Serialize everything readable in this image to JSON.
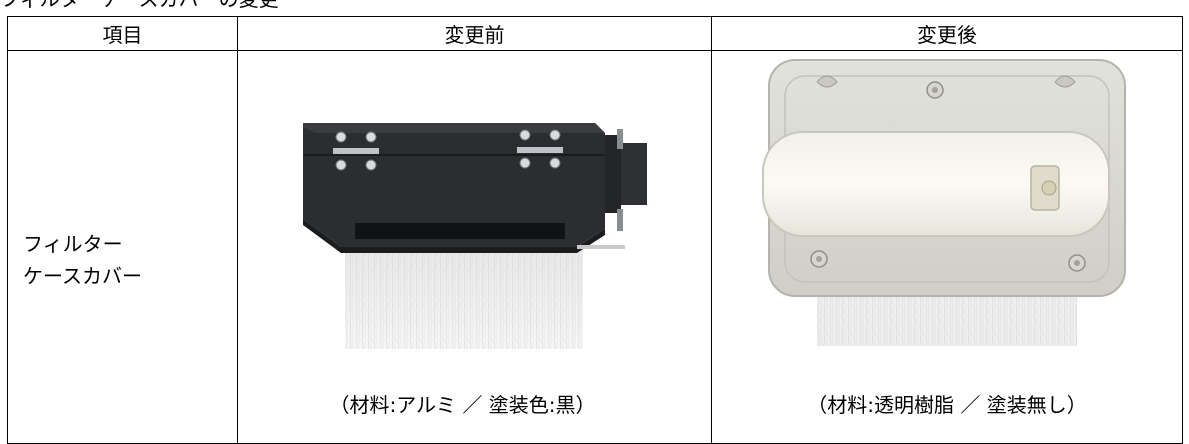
{
  "caption": "フィルターケースカバーの変更",
  "table": {
    "headers": [
      "項目",
      "変更前",
      "変更後"
    ],
    "item_label_lines": [
      "フィルター",
      "ケースカバー"
    ],
    "before_note": "（材料:アルミ ／ 塗装色:黒）",
    "after_note": "（材料:透明樹脂 ／ 塗装無し）"
  }
}
